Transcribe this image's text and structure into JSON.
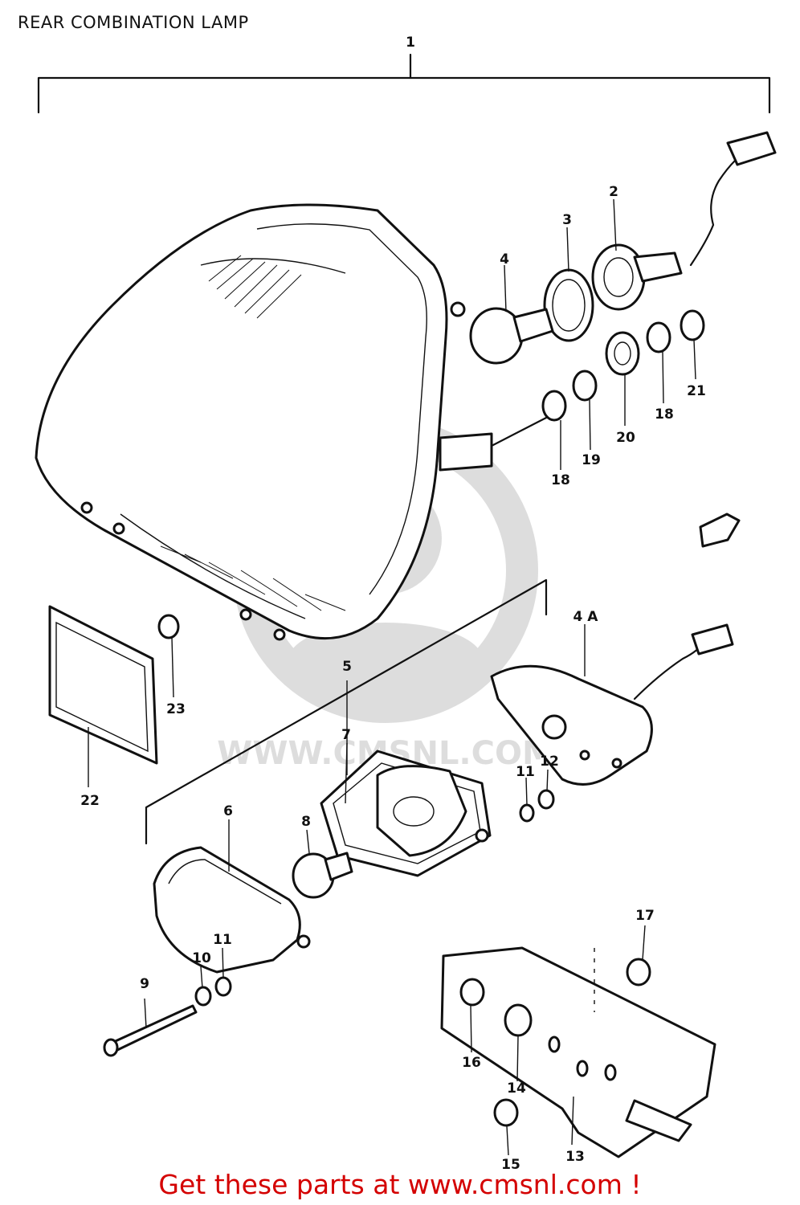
{
  "title": "REAR COMBINATION LAMP",
  "watermark": "WWW.CMSNL.COM",
  "footer": "Get these parts at www.cmsnl.com !",
  "callouts": {
    "c1": "1",
    "c2": "2",
    "c3": "3",
    "c4": "4",
    "c4a": "4 A",
    "c5": "5",
    "c6": "6",
    "c7": "7",
    "c8": "8",
    "c9": "9",
    "c10": "10",
    "c11a": "11",
    "c11b": "11",
    "c12": "12",
    "c13": "13",
    "c14": "14",
    "c15": "15",
    "c16": "16",
    "c17": "17",
    "c18a": "18",
    "c18b": "18",
    "c19": "19",
    "c20": "20",
    "c21": "21",
    "c22": "22",
    "c23": "23"
  }
}
